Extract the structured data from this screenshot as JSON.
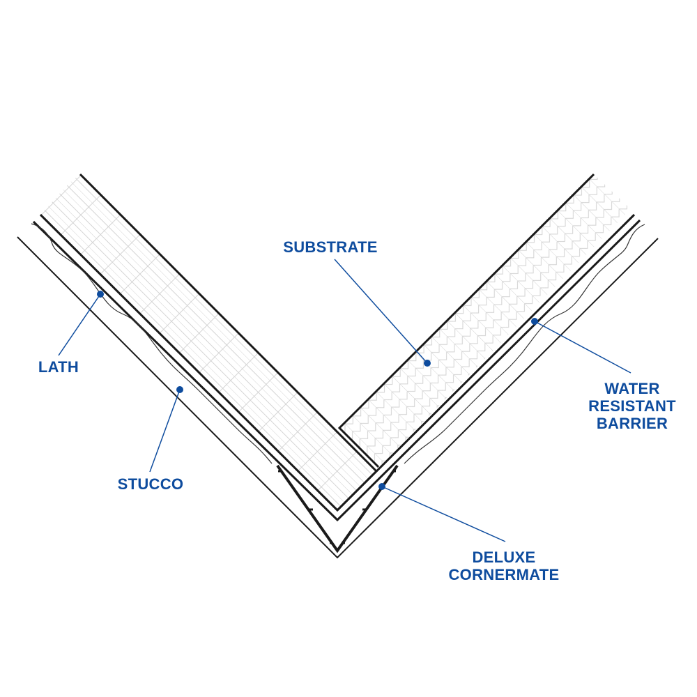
{
  "colors": {
    "label": "#0e4c9e",
    "line": "#1a1a1a",
    "hatch": "#cfcfcf"
  },
  "labels": {
    "substrate": "SUBSTRATE",
    "lath": "LATH",
    "stucco": "STUCCO",
    "wrb": [
      "WATER",
      "RESISTANT",
      "BARRIER"
    ],
    "cornermate": [
      "DELUXE",
      "CORNERMATE"
    ]
  }
}
